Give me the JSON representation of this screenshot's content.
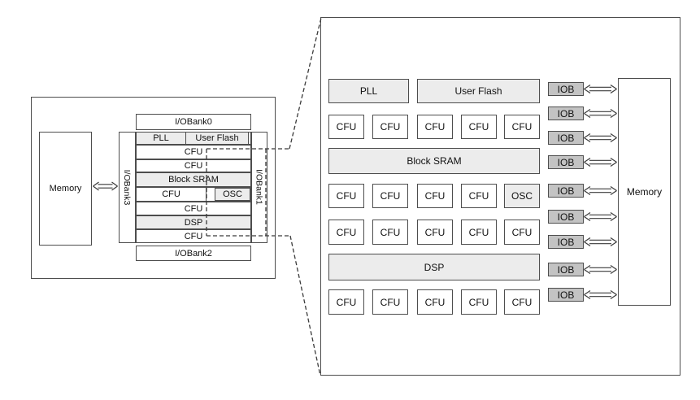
{
  "left_diagram": {
    "memory": "Memory",
    "iobank0": "I/OBank0",
    "iobank1": "I/OBank1",
    "iobank2": "I/OBank2",
    "iobank3": "I/OBank3",
    "pll": "PLL",
    "user_flash": "User Flash",
    "cfu": "CFU",
    "block_sram": "Block SRAM",
    "osc": "OSC",
    "dsp": "DSP"
  },
  "right_diagram": {
    "pll": "PLL",
    "user_flash": "User Flash",
    "cfu": "CFU",
    "block_sram": "Block SRAM",
    "osc": "OSC",
    "dsp": "DSP",
    "iob": "IOB",
    "memory": "Memory",
    "iob_count": 9,
    "cfu_count": 19
  },
  "colors": {
    "fill_light": "#ececec",
    "fill_iob": "#c3c3c3",
    "border": "#4d4d4d",
    "line": "#3a3a3a",
    "bg": "#ffffff"
  }
}
